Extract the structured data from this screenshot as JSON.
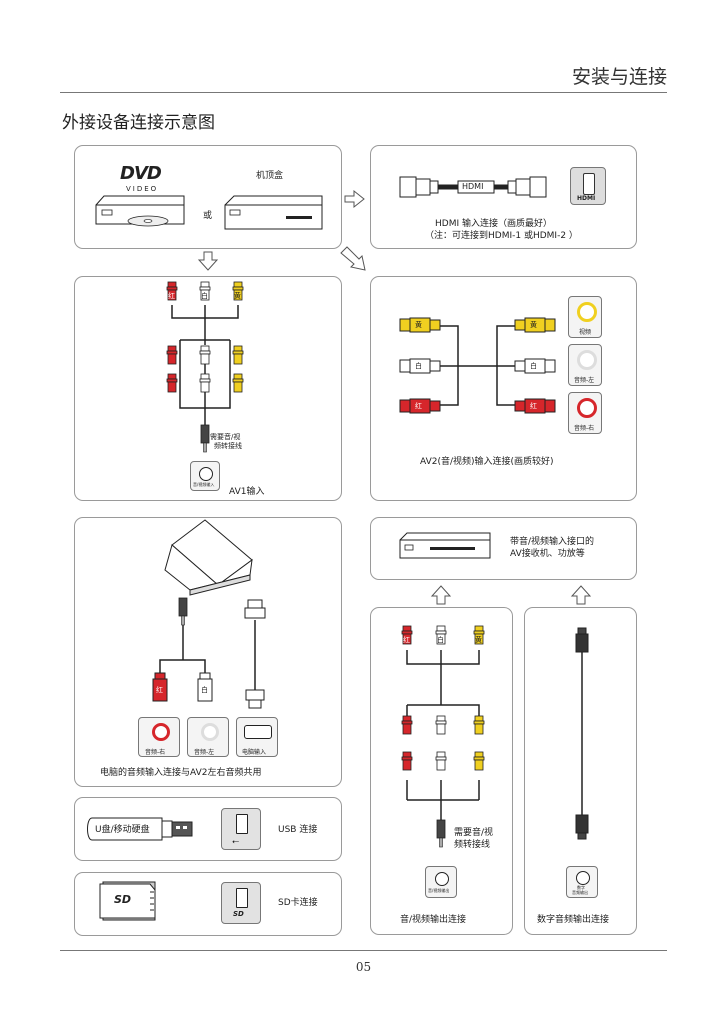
{
  "header": {
    "title": "安装与连接"
  },
  "section_title": "外接设备连接示意图",
  "devices": {
    "dvd_logo": "DVD",
    "dvd_sub": "VIDEO",
    "stb_label": "机顶盒",
    "or_label": "或"
  },
  "hdmi": {
    "cable_text": "HDMI",
    "port_text": "HDMI",
    "caption_1": "HDMI 输入连接（画质最好）",
    "caption_2": "（注：可连接到HDMI-1 或HDMI-2 ）"
  },
  "av1": {
    "plug_labels": [
      "红",
      "白",
      "黄"
    ],
    "adapter_note_1": "需要音/视",
    "adapter_note_2": "频转接线",
    "port_text": "音/视频输入",
    "caption": "AV1输入"
  },
  "av2": {
    "plug_labels": [
      "黄",
      "白",
      "红"
    ],
    "port_labels": [
      "视频",
      "音频-左",
      "音频-右"
    ],
    "caption": "AV2(音/视频)输入连接(画质较好)"
  },
  "pc": {
    "plug_labels": [
      "红",
      "白"
    ],
    "port_labels": [
      "音频-右",
      "音频-左",
      "电脑输入"
    ],
    "caption": "电脑的音频输入连接与AV2左右音频共用"
  },
  "receiver": {
    "caption_1": "带音/视频输入接口的",
    "caption_2": "AV接收机、功放等"
  },
  "av_out": {
    "plug_labels": [
      "红",
      "白",
      "黄"
    ],
    "adapter_note_1": "需要音/视",
    "adapter_note_2": "频转接线",
    "port_text": "音/视频输出",
    "caption": "音/视频输出连接"
  },
  "digital_out": {
    "port_text_1": "数字",
    "port_text_2": "音频输出",
    "caption": "数字音频输出连接"
  },
  "usb": {
    "drive_label": "U盘/移动硬盘",
    "caption": "USB 连接"
  },
  "sd": {
    "card_logo": "SD",
    "caption": "SD卡连接"
  },
  "page_number": "05",
  "colors": {
    "red": "#d6262b",
    "yellow": "#f0d020",
    "white": "#ffffff",
    "line": "#222222",
    "border": "#9a9a9a"
  }
}
